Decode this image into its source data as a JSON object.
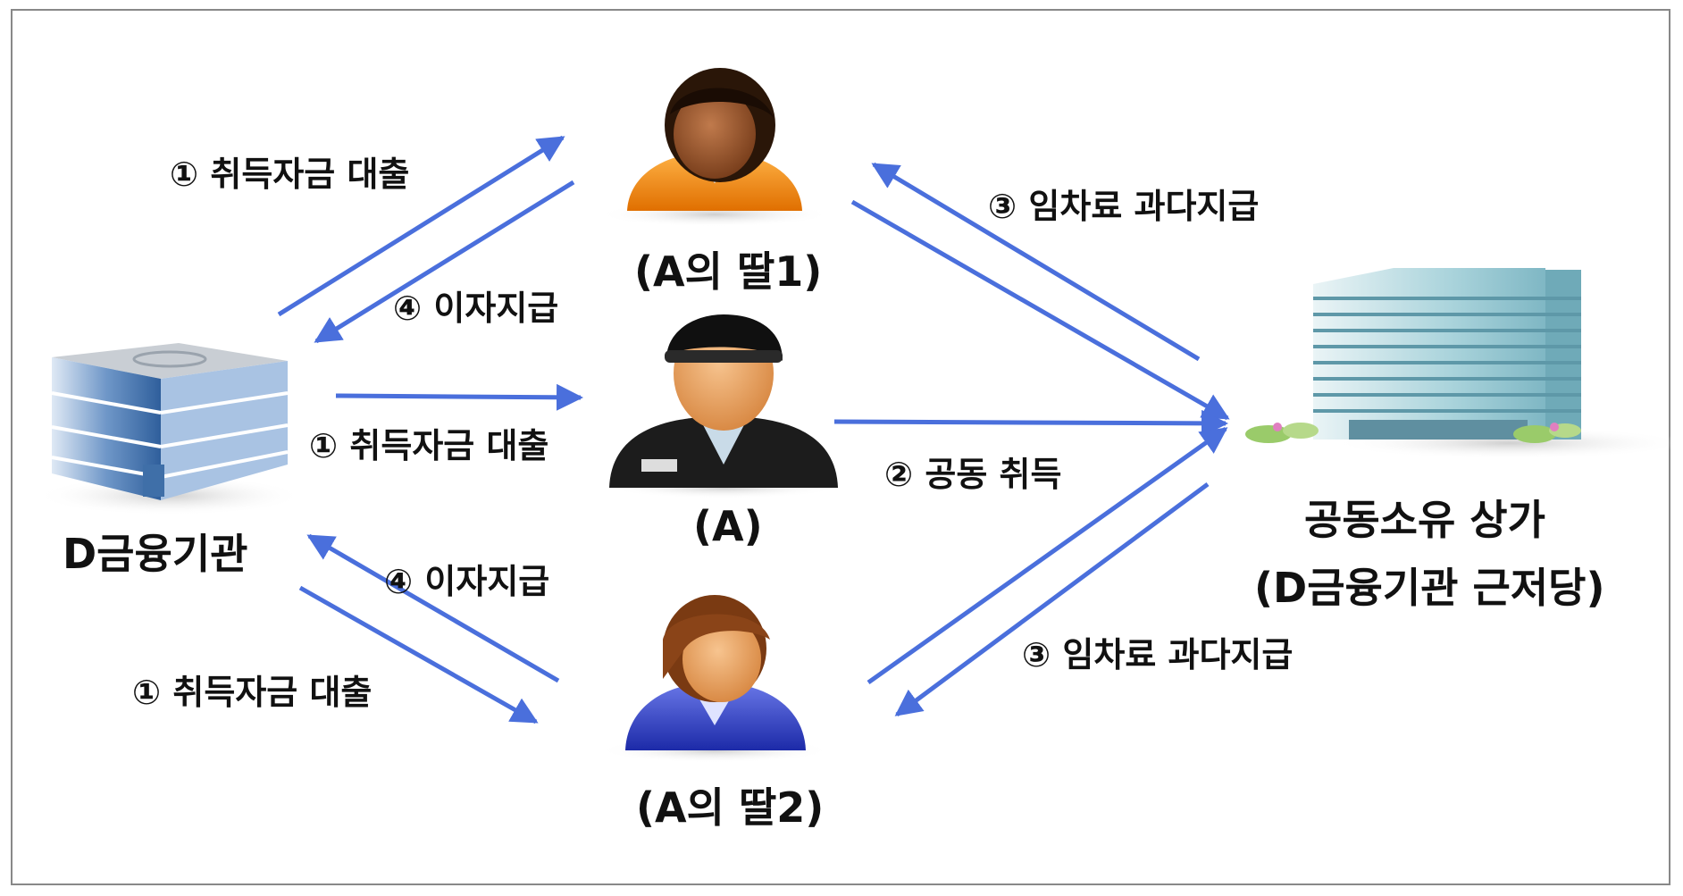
{
  "colors": {
    "arrow": "#4a6fdc",
    "border": "#888888",
    "text": "#111111"
  },
  "nodes": {
    "bank": {
      "label": "D금융기관",
      "icon": "office-building-icon"
    },
    "daughter1": {
      "label": "(A의 딸1)",
      "icon": "woman-dark-hair-orange-icon"
    },
    "a": {
      "label": "(A)",
      "icon": "man-black-suit-icon"
    },
    "daughter2": {
      "label": "(A의 딸2)",
      "icon": "woman-brown-hair-blue-icon"
    },
    "shop": {
      "label1": "공동소유 상가",
      "label2": "(D금융기관 근저당)",
      "icon": "tall-building-icon"
    }
  },
  "edges": {
    "loan_d1": "① 취득자금 대출",
    "interest_d1": "④ 이자지급",
    "loan_a": "① 취득자금 대출",
    "interest_d2": "④ 이자지급",
    "loan_d2": "① 취득자금 대출",
    "rent_d1": "③ 임차료 과다지급",
    "acquire": "② 공동 취득",
    "rent_d2": "③ 임차료 과다지급"
  }
}
